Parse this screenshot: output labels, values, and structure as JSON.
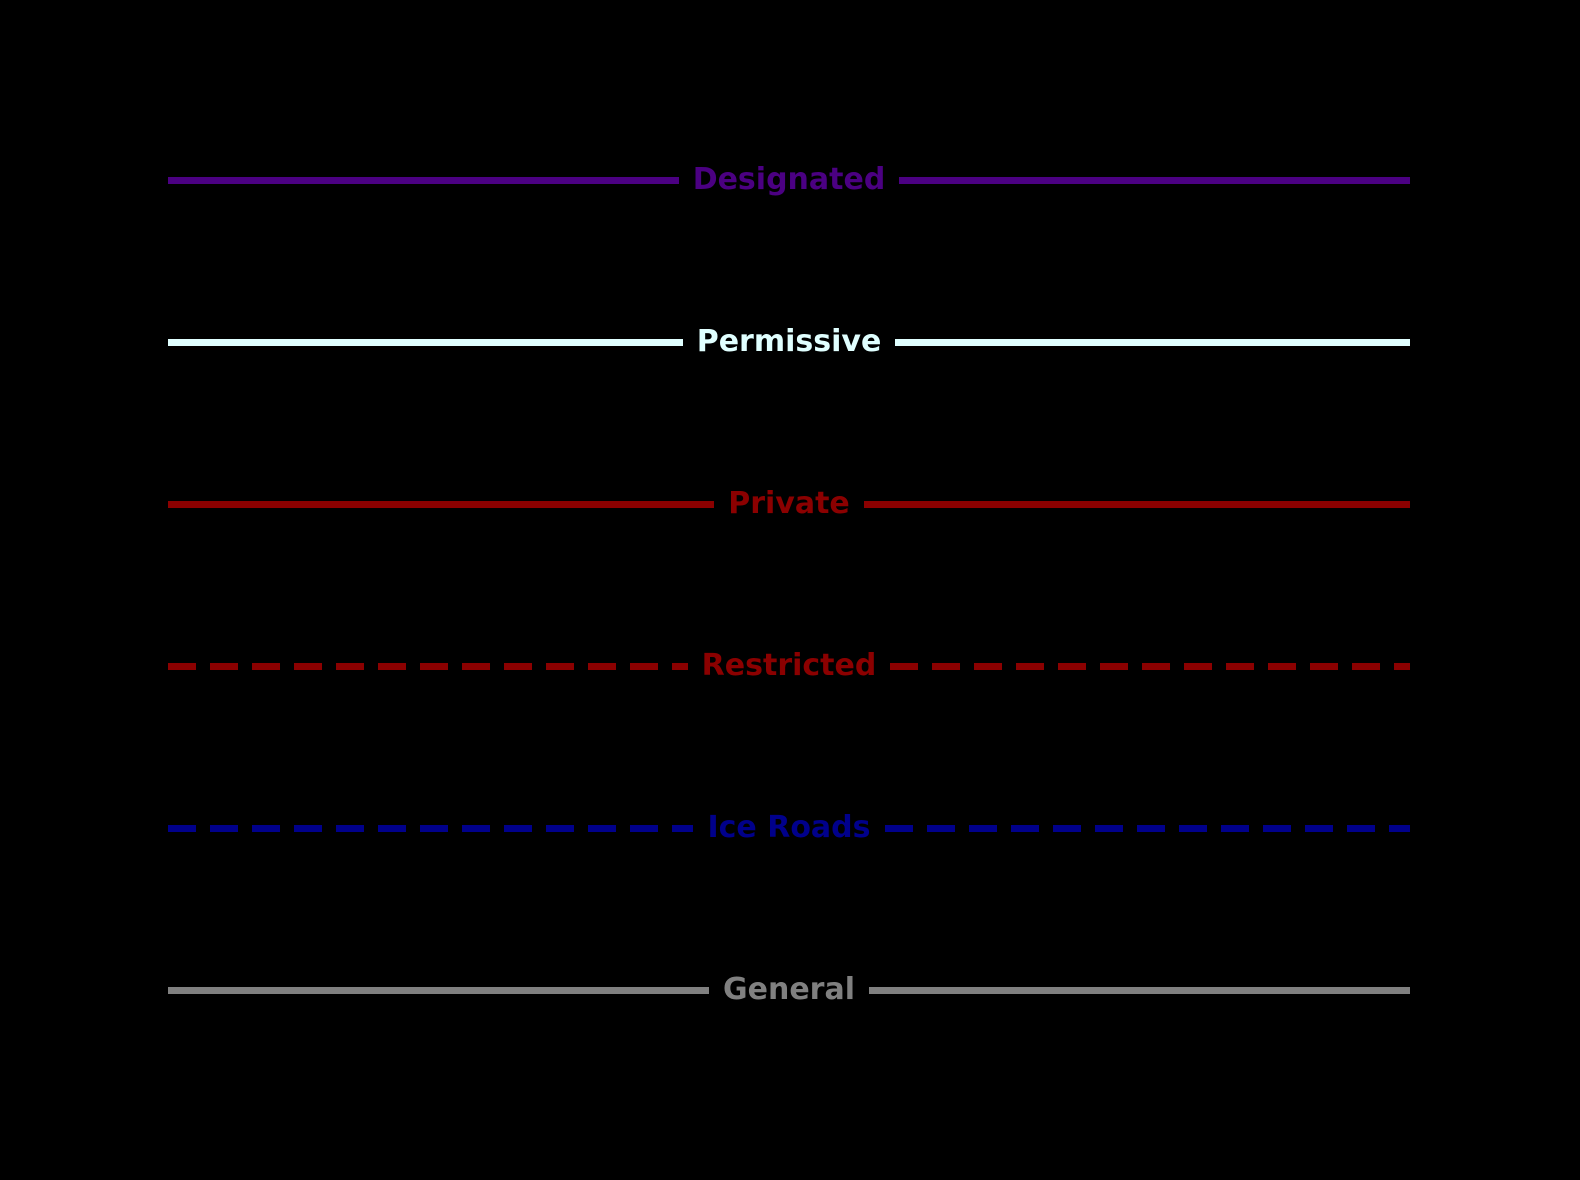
{
  "canvas": {
    "background_color": "#000000"
  },
  "legend": {
    "entries": [
      {
        "label": "Designated",
        "color": "#4B0082",
        "line_style": "solid"
      },
      {
        "label": "Permissive",
        "color": "#E0FFFF",
        "line_style": "solid"
      },
      {
        "label": "Private",
        "color": "#8B0000",
        "line_style": "solid"
      },
      {
        "label": "Restricted",
        "color": "#8B0000",
        "line_style": "dashed"
      },
      {
        "label": "Ice Roads",
        "color": "#00008B",
        "line_style": "dashed"
      },
      {
        "label": "General",
        "color": "#808080",
        "line_style": "solid"
      }
    ]
  }
}
